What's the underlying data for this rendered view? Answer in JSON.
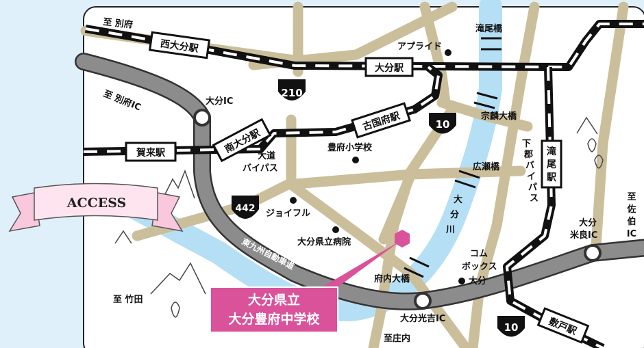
{
  "banner": {
    "title": "ACCESS"
  },
  "destination": {
    "line1": "大分県立",
    "line2": "大分豊府中学校"
  },
  "directions": {
    "beppu_top": "至 別府",
    "beppu_ic": "至 別府IC",
    "taketa": "至 竹田",
    "shonai": "至庄内",
    "saiki_ic": [
      "至",
      "佐",
      "伯",
      "IC"
    ]
  },
  "stations": {
    "nishi_oita": "西大分駅",
    "oita": "大分駅",
    "furugokufu": "古国府駅",
    "minami_oita": "南大分駅",
    "kaku": "賀来駅",
    "takio": [
      "滝",
      "尾",
      "駅"
    ],
    "shikido": "敷戸駅"
  },
  "interchanges": {
    "oita_ic": "大分IC",
    "oita_mera_ic": [
      "大分",
      "米良IC"
    ],
    "oita_mitsuyoshi_ic": "大分光吉IC"
  },
  "bridges": {
    "takio_bashi": "滝尾橋",
    "sorin_ohashi": "宗麟大橋",
    "hirose_bashi": "広瀬橋",
    "funai_ohashi": "府内大橋"
  },
  "roads": {
    "route210": "210",
    "route10_a": "10",
    "route10_b": "10",
    "route442": "442",
    "odo_bypass": [
      "大道",
      "バイパス"
    ],
    "shimogori_bypass": [
      "下",
      "郡",
      "バ",
      "イ",
      "パ",
      "ス"
    ],
    "expressway": "東九州自動車道"
  },
  "river": {
    "oita_river": [
      "大",
      "分",
      "川"
    ]
  },
  "landmarks": {
    "apuraido": "アプライド",
    "hofu_school": "豊府小学校",
    "joyfull": "ジョイフル",
    "hospital": "大分県立病院",
    "comm_boxes": [
      "コム",
      "ボックス",
      "大分"
    ]
  },
  "colors": {
    "background": "#dff0fa",
    "land": "#ffffff",
    "road": "#cbbf9b",
    "expressway": "#8c8c8c",
    "river": "#b5dff4",
    "rail": "#111111",
    "destination": "#d9529a",
    "banner": "#f9c8dd"
  }
}
